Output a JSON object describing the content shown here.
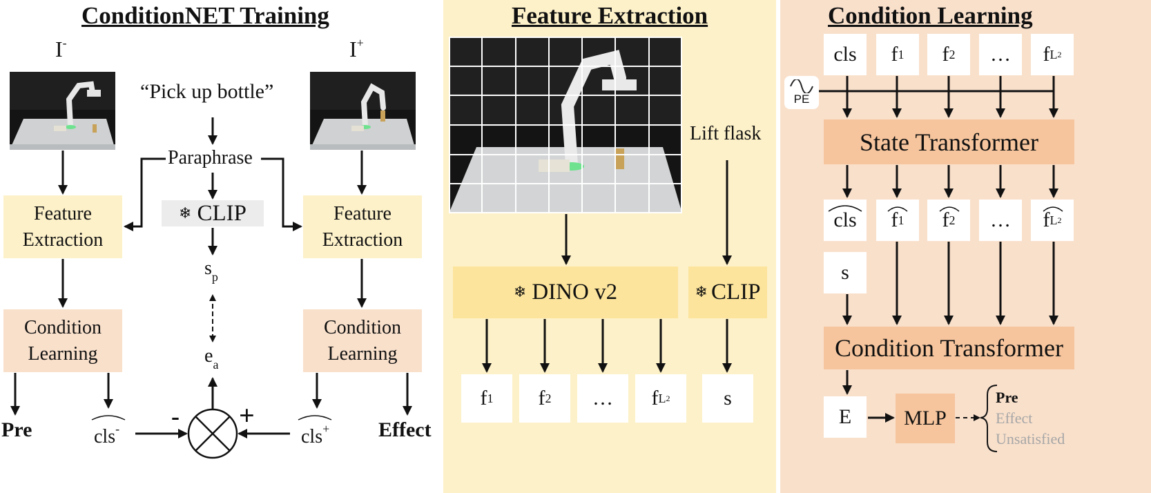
{
  "panels": {
    "training": {
      "title": "ConditionNET Training",
      "image_minus_label": "I",
      "image_minus_sup": "-",
      "image_plus_label": "I",
      "image_plus_sup": "+",
      "instruction": "“Pick up bottle”",
      "paraphrase": "Paraphrase",
      "clip_label": "CLIP",
      "feature_extraction_left": "Feature Extraction",
      "feature_extraction_right": "Feature Extraction",
      "condition_learning_left": "Condition Learning",
      "condition_learning_right": "Condition Learning",
      "sp": "s",
      "sp_sub": "p",
      "ea": "e",
      "ea_sub": "a",
      "pre": "Pre",
      "effect": "Effect",
      "cls_minus": "cls",
      "cls_minus_sup": "-",
      "cls_plus": "cls",
      "cls_plus_sup": "+",
      "minus_sign": "-",
      "plus_sign": "+"
    },
    "feature_extraction": {
      "title": "Feature Extraction",
      "text_input": "Lift flask",
      "dino_label": "DINO v2",
      "clip_label": "CLIP",
      "tokens": [
        "f",
        "f",
        "…",
        "f"
      ],
      "token_subs": [
        "1",
        "2",
        "",
        "L"
      ],
      "s_token": "s"
    },
    "condition_learning": {
      "title": "Condition Learning",
      "input_tokens": [
        "cls",
        "f",
        "f",
        "…",
        "f"
      ],
      "input_subs": [
        "",
        "1",
        "2",
        "",
        "L"
      ],
      "pe_label": "PE",
      "state_transformer": "State Transformer",
      "output_tokens": [
        "cls",
        "f",
        "f",
        "…",
        "f"
      ],
      "output_subs": [
        "",
        "1",
        "2",
        "",
        "L"
      ],
      "s_token": "s",
      "condition_transformer": "Condition Transformer",
      "e_token": "E",
      "mlp": "MLP",
      "outcomes": [
        "Pre",
        "Effect",
        "Unsatisfied"
      ]
    }
  },
  "colors": {
    "panel_fe_bg": "#fdf1c9",
    "panel_cl_bg": "#f9e0cb",
    "fe_box": "#fdf1c9",
    "cl_box": "#f9e0cb",
    "dino_box": "#fce49c",
    "clip_gray": "#ececec",
    "transformer_box": "#f6c59d",
    "mlp_box": "#f6c59d",
    "muted_text": "#a6a6a6"
  },
  "icons": [
    "snowflake-icon",
    "sine-wave-icon",
    "otimes-icon",
    "hat-icon"
  ]
}
